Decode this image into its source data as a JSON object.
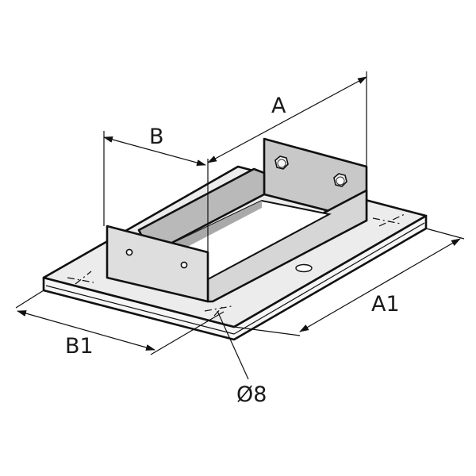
{
  "figure": {
    "type": "isometric technical drawing",
    "subject": "post base bracket with rectangular U-frame on base plate",
    "colors": {
      "background": "#ffffff",
      "line": "#111111",
      "plate_top": "#ececec",
      "plate_edge": "#f6f6f6",
      "flange_light": "#dcdcdc",
      "flange_mid": "#c8c8c8",
      "inner_dark": "#a9a9a9",
      "bolt": "#f2f2f2"
    }
  },
  "dimensions": {
    "A": "A",
    "B": "B",
    "A1": "A1",
    "B1": "B1",
    "hole": "Ø8"
  },
  "parts": {
    "bolts_count": 2,
    "front_flange_holes": 2,
    "plate_hole_count": 1
  }
}
